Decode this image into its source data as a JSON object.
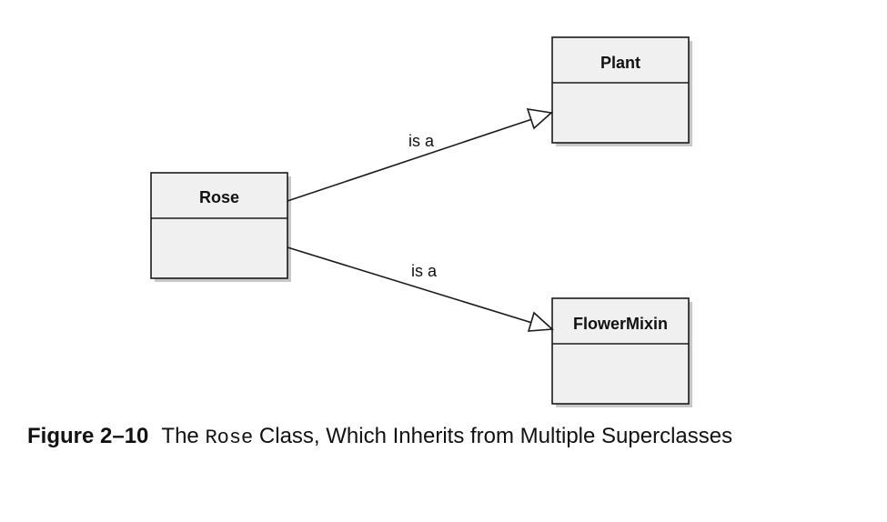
{
  "diagram": {
    "classes": [
      {
        "id": "rose",
        "name": "Rose"
      },
      {
        "id": "plant",
        "name": "Plant"
      },
      {
        "id": "flowermixin",
        "name": "FlowerMixin"
      }
    ],
    "relations": [
      {
        "from": "rose",
        "to": "plant",
        "type": "inheritance",
        "label": "is a"
      },
      {
        "from": "rose",
        "to": "flowermixin",
        "type": "inheritance",
        "label": "is a"
      }
    ]
  },
  "caption": {
    "figure_label": "Figure 2–10",
    "text_before": "The ",
    "code": "Rose",
    "text_after": " Class, Which Inherits from Multiple Superclasses"
  }
}
